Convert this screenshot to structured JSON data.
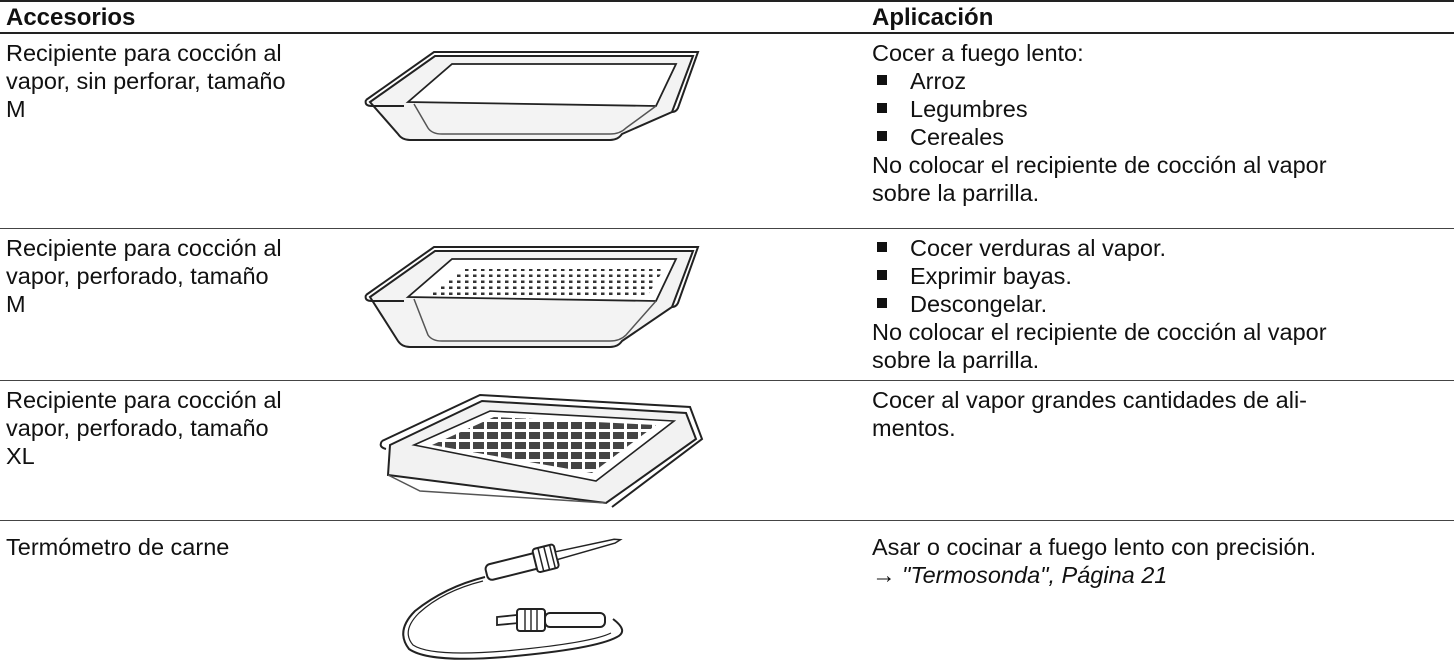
{
  "table": {
    "headers": {
      "accessories": "Accesorios",
      "application": "Aplicación"
    },
    "rows": [
      {
        "name": [
          "Recipiente para cocción al",
          "vapor, sin perforar, tamaño",
          "M"
        ],
        "image_icon": "solid-steam-tray-icon",
        "intro": "Cocer a fuego lento:",
        "bullets": [
          "Arroz",
          "Legumbres",
          "Cereales"
        ],
        "note": [
          "No colocar el recipiente de cocción al vapor",
          "sobre la parrilla."
        ]
      },
      {
        "name": [
          "Recipiente para cocción al",
          "vapor, perforado, tamaño",
          "M"
        ],
        "image_icon": "perforated-steam-tray-icon",
        "bullets": [
          "Cocer verduras al vapor.",
          "Exprimir bayas.",
          "Descongelar."
        ],
        "note": [
          "No colocar el recipiente de cocción al vapor",
          "sobre la parrilla."
        ]
      },
      {
        "name": [
          "Recipiente para cocción al",
          "vapor, perforado, tamaño",
          "XL"
        ],
        "image_icon": "perforated-large-tray-icon",
        "text": [
          "Cocer al vapor grandes cantidades de ali-",
          "mentos."
        ]
      },
      {
        "name": [
          "Termómetro de carne"
        ],
        "image_icon": "meat-thermometer-icon",
        "text": [
          "Asar o cocinar a fuego lento con precisión."
        ],
        "link": "→ \"Termosonda\", Página 21"
      }
    ]
  }
}
